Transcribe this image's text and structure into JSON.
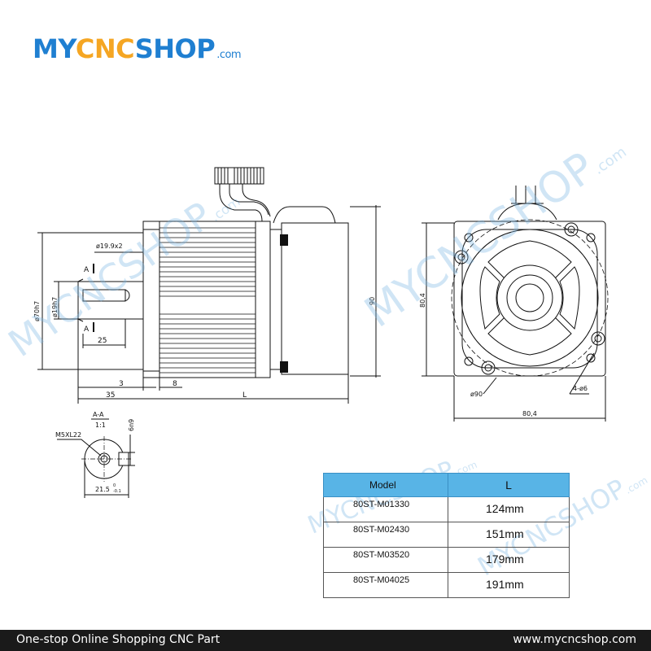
{
  "brand": {
    "my": "MY",
    "cnc": "CNC",
    "shop": "SHOP",
    "tld": ".com"
  },
  "watermark_text": "MYCNCSHOP",
  "watermark_tld": ".com",
  "colors": {
    "brand_blue": "#1f7fd1",
    "brand_orange": "#f5a623",
    "table_header": "#58b4e6",
    "footer_bg": "#1a1a1a"
  },
  "side_view": {
    "dim_19_9x2": "ø19.9x2",
    "dim_70h7": "ø70h7",
    "dim_19h7": "ø19h7",
    "dim_25": "25",
    "dim_3": "3",
    "dim_8": "8",
    "dim_35": "35",
    "dim_L": "L",
    "dim_90": "90",
    "section_mark": "A"
  },
  "front_view": {
    "dim_80_4_v": "80,4",
    "dim_80_4_h": "80,4",
    "dim_90": "ø90",
    "dim_holes": "4-ø6"
  },
  "section_view": {
    "title": "A-A",
    "scale": "1:1",
    "thread": "M5XL22",
    "dim_6n9": "6n9",
    "dim_21_5": "21.5",
    "tol_upper": "0",
    "tol_lower": "-0.1"
  },
  "table": {
    "headers": [
      "Model",
      "L"
    ],
    "rows": [
      {
        "model": "80ST-M01330",
        "length": "124mm"
      },
      {
        "model": "80ST-M02430",
        "length": "151mm"
      },
      {
        "model": "80ST-M03520",
        "length": "179mm"
      },
      {
        "model": "80ST-M04025",
        "length": "191mm"
      }
    ]
  },
  "footer": {
    "tagline": "One-stop Online Shopping CNC Part",
    "url": "www.mycncshop.com"
  }
}
